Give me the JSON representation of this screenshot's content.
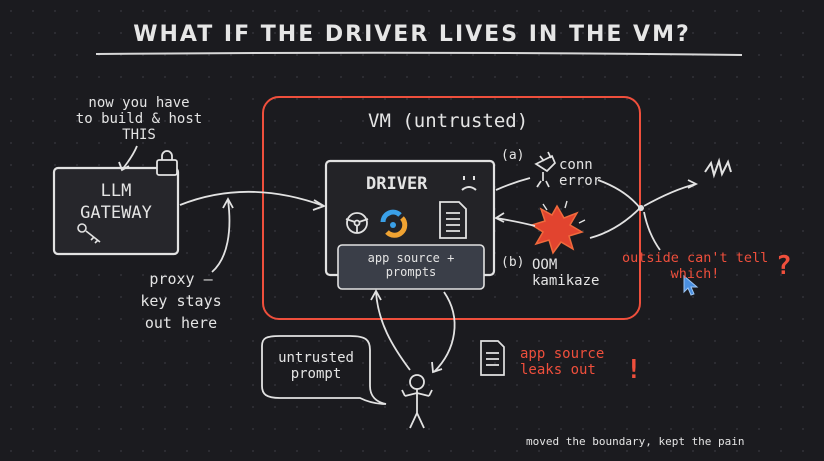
{
  "title": "WHAT IF THE DRIVER LIVES IN THE VM?",
  "note_build": "now you have\nto build & host\nTHIS",
  "llm_gateway": {
    "line1": "LLM",
    "line2": "GATEWAY"
  },
  "proxy_note": "proxy —\nkey stays\nout here",
  "vm_label": "VM (untrusted)",
  "driver_label": "DRIVER",
  "app_box": "app source +\nprompts",
  "path_a": {
    "tag": "(a)",
    "text": "conn\nerror"
  },
  "path_b": {
    "tag": "(b)",
    "text": "OOM\nkamikaze"
  },
  "outside_note": "outside can't tell\nwhich!",
  "question_mark": "?",
  "untrusted_prompt": "untrusted\nprompt",
  "leak_note": "app source\nleaks out",
  "exclamation": "!",
  "footer": "moved the boundary, kept the pain",
  "colors": {
    "accent": "#ef4f3c",
    "ink": "#e8e8e8",
    "background": "#1b1b1f",
    "app_box": "#3a3e48",
    "cursor": "#4a8fe0"
  }
}
